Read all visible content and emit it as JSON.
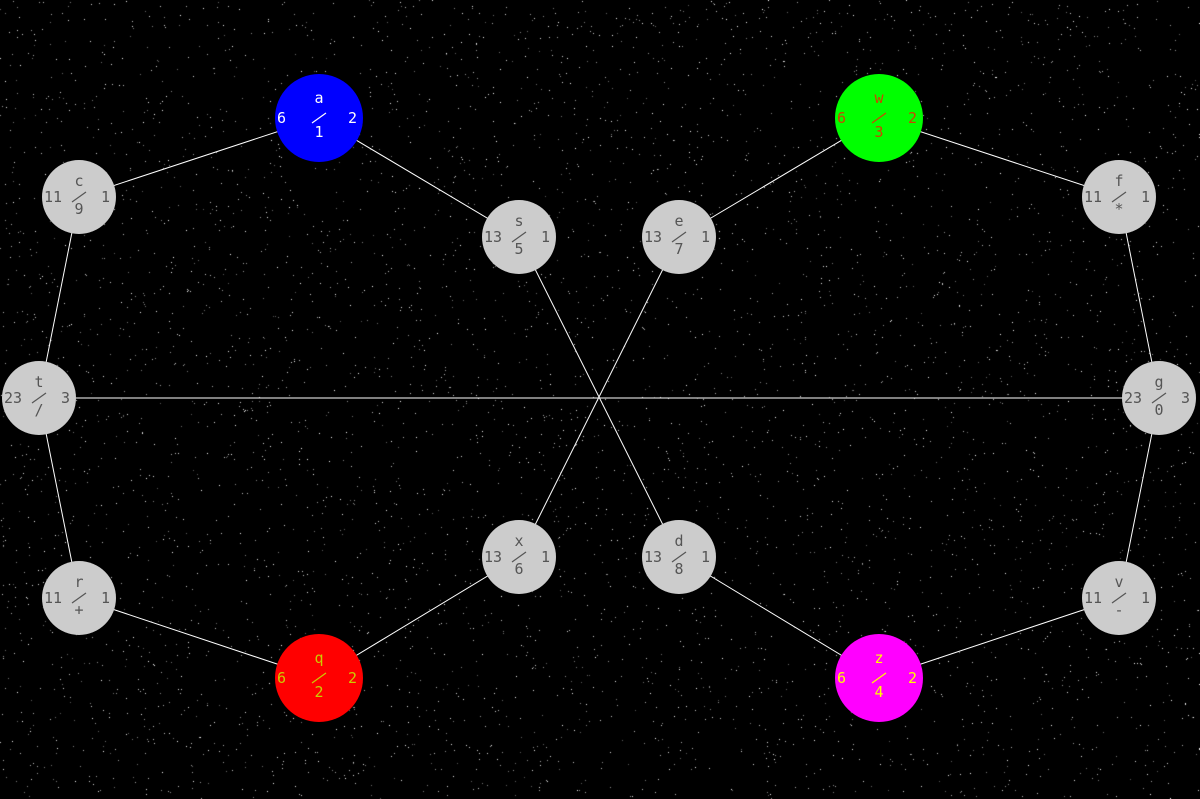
{
  "colors": {
    "background": "#000000",
    "edge": "#ffffff",
    "star": "#bfbfbf",
    "gray_node": "#cccccc",
    "gray_text": "#555555"
  },
  "nodes": [
    {
      "id": "a",
      "label": "a",
      "left": "6",
      "right": "2",
      "bottom": "1",
      "fill": "#0000ff",
      "text": "#ffffff",
      "big": true
    },
    {
      "id": "w",
      "label": "w",
      "left": "6",
      "right": "2",
      "bottom": "3",
      "fill": "#00ff00",
      "text": "#cc4400",
      "big": true
    },
    {
      "id": "q",
      "label": "q",
      "left": "6",
      "right": "2",
      "bottom": "2",
      "fill": "#ff0000",
      "text": "#cccc00",
      "big": true
    },
    {
      "id": "z",
      "label": "z",
      "left": "6",
      "right": "2",
      "bottom": "4",
      "fill": "#ff00ff",
      "text": "#ffff00",
      "big": true
    },
    {
      "id": "c",
      "label": "c",
      "left": "11",
      "right": "1",
      "bottom": "9",
      "fill": "#cccccc",
      "text": "#555555",
      "big": false
    },
    {
      "id": "f",
      "label": "f",
      "left": "11",
      "right": "1",
      "bottom": "*",
      "fill": "#cccccc",
      "text": "#555555",
      "big": false
    },
    {
      "id": "s",
      "label": "s",
      "left": "13",
      "right": "1",
      "bottom": "5",
      "fill": "#cccccc",
      "text": "#555555",
      "big": false
    },
    {
      "id": "e",
      "label": "e",
      "left": "13",
      "right": "1",
      "bottom": "7",
      "fill": "#cccccc",
      "text": "#555555",
      "big": false
    },
    {
      "id": "t",
      "label": "t",
      "left": "23",
      "right": "3",
      "bottom": "/",
      "fill": "#cccccc",
      "text": "#555555",
      "big": false
    },
    {
      "id": "g",
      "label": "g",
      "left": "23",
      "right": "3",
      "bottom": "0",
      "fill": "#cccccc",
      "text": "#555555",
      "big": false
    },
    {
      "id": "x",
      "label": "x",
      "left": "13",
      "right": "1",
      "bottom": "6",
      "fill": "#cccccc",
      "text": "#555555",
      "big": false
    },
    {
      "id": "d",
      "label": "d",
      "left": "13",
      "right": "1",
      "bottom": "8",
      "fill": "#cccccc",
      "text": "#555555",
      "big": false
    },
    {
      "id": "r",
      "label": "r",
      "left": "11",
      "right": "1",
      "bottom": "+",
      "fill": "#cccccc",
      "text": "#555555",
      "big": false
    },
    {
      "id": "v",
      "label": "v",
      "left": "11",
      "right": "1",
      "bottom": "-",
      "fill": "#cccccc",
      "text": "#555555",
      "big": false
    }
  ],
  "edges": [
    [
      "c",
      "a"
    ],
    [
      "a",
      "s"
    ],
    [
      "e",
      "w"
    ],
    [
      "w",
      "f"
    ],
    [
      "c",
      "t"
    ],
    [
      "f",
      "g"
    ],
    [
      "t",
      "g"
    ],
    [
      "s",
      "d"
    ],
    [
      "e",
      "x"
    ],
    [
      "t",
      "r"
    ],
    [
      "g",
      "v"
    ],
    [
      "r",
      "q"
    ],
    [
      "q",
      "x"
    ],
    [
      "d",
      "z"
    ],
    [
      "z",
      "v"
    ]
  ]
}
